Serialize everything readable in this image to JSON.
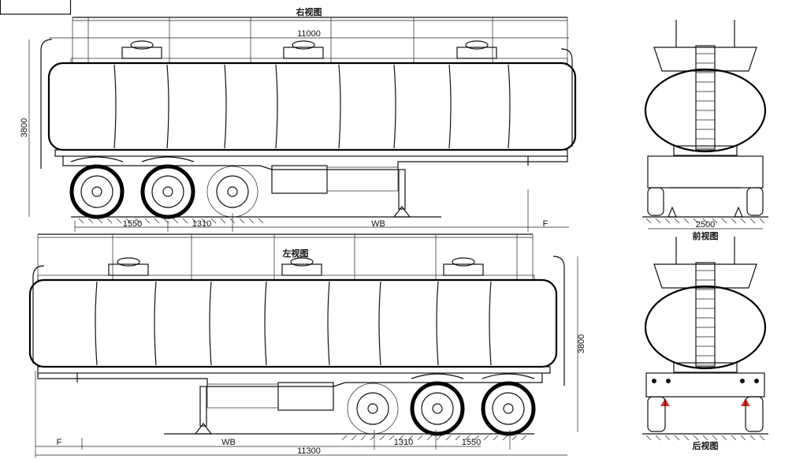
{
  "views": {
    "side_top": {
      "title": "右视图",
      "overall_length": "11000",
      "height": "3800",
      "dims": [
        "1550",
        "1310",
        "WB",
        "F"
      ]
    },
    "side_bottom": {
      "title": "左视图",
      "overall_length": "11300",
      "height": "3800",
      "dims": [
        "F",
        "WB",
        "1310",
        "1550"
      ]
    },
    "front": {
      "title": "前视图",
      "width": "2500"
    },
    "rear": {
      "title": "后视图"
    }
  },
  "colors": {
    "line": "#111111",
    "background": "#ffffff",
    "reflector": "#d9302a"
  }
}
